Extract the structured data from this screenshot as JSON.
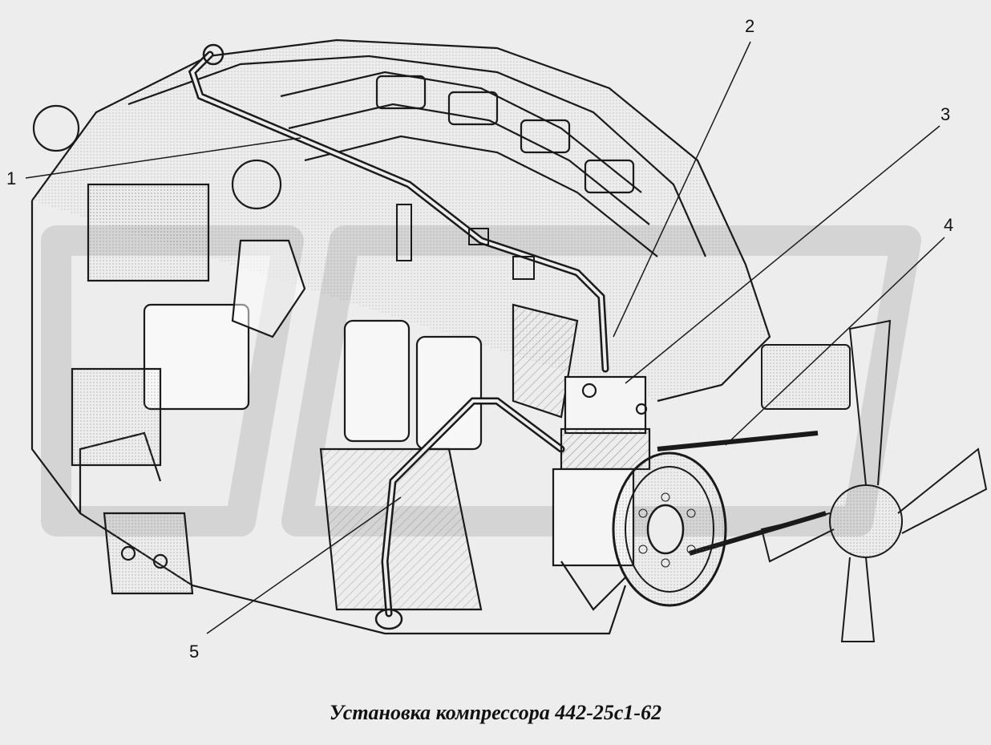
{
  "diagram": {
    "caption": "Установка компрессора 442-25с1-62",
    "callouts": [
      {
        "id": "1",
        "label": "1"
      },
      {
        "id": "2",
        "label": "2"
      },
      {
        "id": "3",
        "label": "3"
      },
      {
        "id": "4",
        "label": "4"
      },
      {
        "id": "5",
        "label": "5"
      }
    ]
  },
  "colors": {
    "background": "#ededed",
    "ink": "#1a1a1a",
    "shade": "#8a8a8a",
    "watermark": "#d6d6d6"
  }
}
